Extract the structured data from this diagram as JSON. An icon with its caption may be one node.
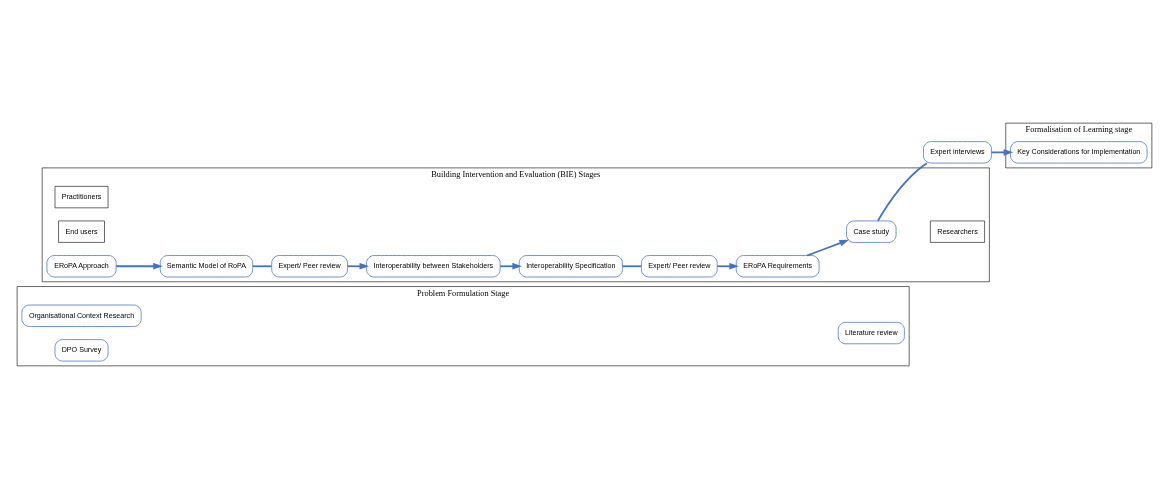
{
  "diagram": {
    "nodes": [
      {
        "text": [
          "Problem Formulation Stage"
        ]
      },
      {
        "text": [
          "Literature review"
        ],
        "in": 0
      },
      {
        "text": [
          "Organisational Context Research"
        ],
        "in": 0
      },
      {
        "text": [
          "DPO Survey"
        ],
        "in": 0
      },
      {
        "text": [
          "Building Intervention and Evaluation (BIE) Stages"
        ]
      },
      {
        "text": [
          "Researchers"
        ],
        "in": 4
      },
      {
        "text": [
          "Practitioners"
        ],
        "in": 4
      },
      {
        "text": [
          "End users"
        ],
        "in": 4
      },
      {
        "text": [
          "ERoPA Approach"
        ],
        "in": 4
      },
      {
        "text": [
          "Semantic Model of RoPA"
        ],
        "in": 4
      },
      {
        "text": [
          "Expert/ Peer review"
        ],
        "in": 4
      },
      {
        "text": [
          "Interoperability between Stakeholders"
        ],
        "in": 4
      },
      {
        "text": [
          "Interoperability Specification"
        ],
        "in": 4
      },
      {
        "text": [
          "Expert/ Peer review"
        ],
        "in": 4
      },
      {
        "text": [
          "ERoPA Requirements"
        ],
        "in": 4
      },
      {
        "text": [
          "Case study"
        ],
        "in": 4
      },
      {
        "text": [
          "Expert interviews"
        ]
      },
      {
        "text": [
          "Formalisation of Learning stage"
        ]
      },
      {
        "text": [
          "Key Considerations for Implementation"
        ],
        "in": 17
      }
    ],
    "edges": [
      {
        "from": 8,
        "to": 9,
        "arrow": "to"
      },
      {
        "from": 9,
        "to": 10,
        "arrow": "none"
      },
      {
        "from": 10,
        "to": 11,
        "arrow": "to"
      },
      {
        "from": 11,
        "to": 12,
        "arrow": "to"
      },
      {
        "from": 12,
        "to": 13,
        "arrow": "none"
      },
      {
        "from": 13,
        "to": 14,
        "arrow": "to"
      },
      {
        "from": 14,
        "to": 15,
        "arrow": "to"
      },
      {
        "from": 15,
        "to": 16,
        "arrow": "none"
      },
      {
        "from": 16,
        "to": 18,
        "arrow": "to"
      }
    ]
  }
}
